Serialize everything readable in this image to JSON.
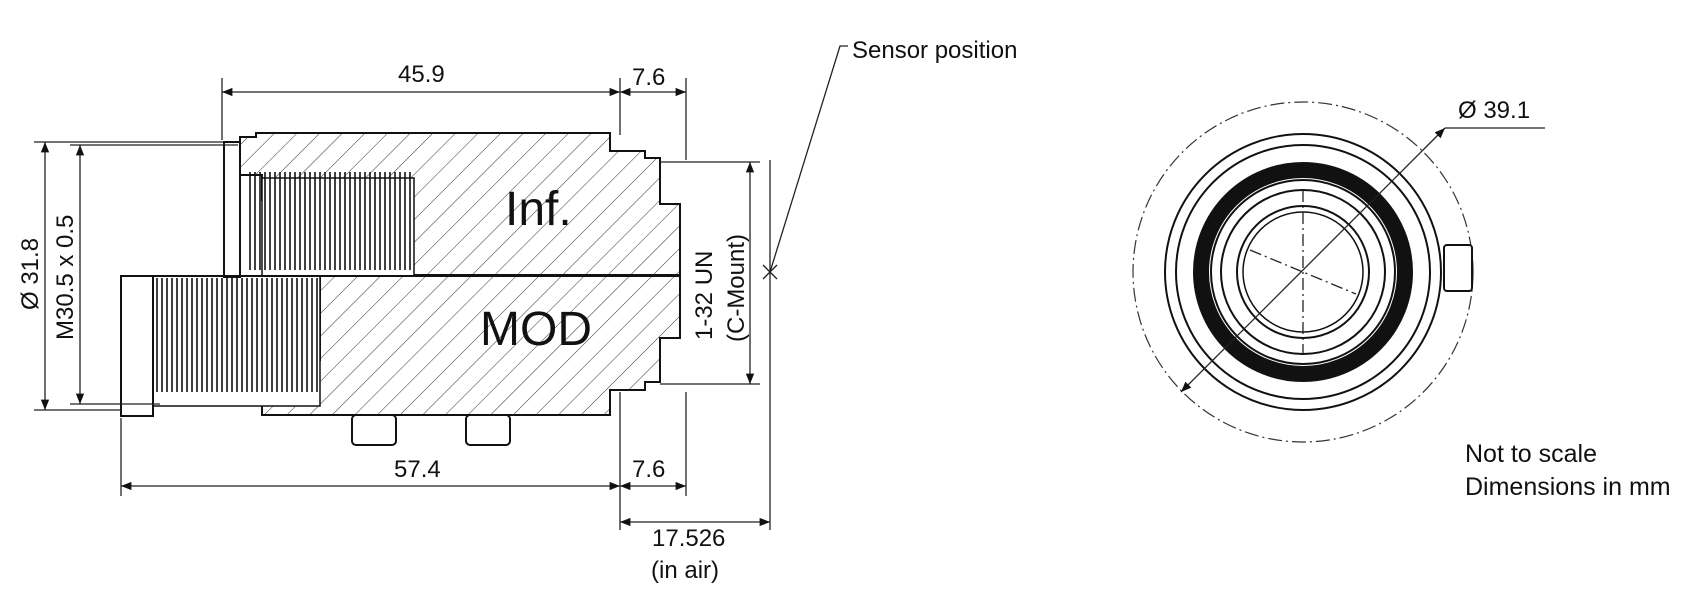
{
  "diagram": {
    "sensor_label": "Sensor position",
    "side_view": {
      "dim_top_length": "45.9",
      "dim_top_flange": "7.6",
      "dim_bottom_length": "57.4",
      "dim_bottom_flange": "7.6",
      "dim_flange_focal": "17.526",
      "dim_flange_focal_note": "(in air)",
      "dim_outer_diameter": "Ø 31.8",
      "dim_filter_thread": "M30.5 x 0.5",
      "mount_thread": "1-32 UN",
      "mount_type": "(C-Mount)",
      "state_infinity": "Inf.",
      "state_mod": "MOD"
    },
    "front_view": {
      "dim_diameter": "Ø 39.1"
    },
    "notes": {
      "line1": "Not to scale",
      "line2": "Dimensions in mm"
    }
  }
}
